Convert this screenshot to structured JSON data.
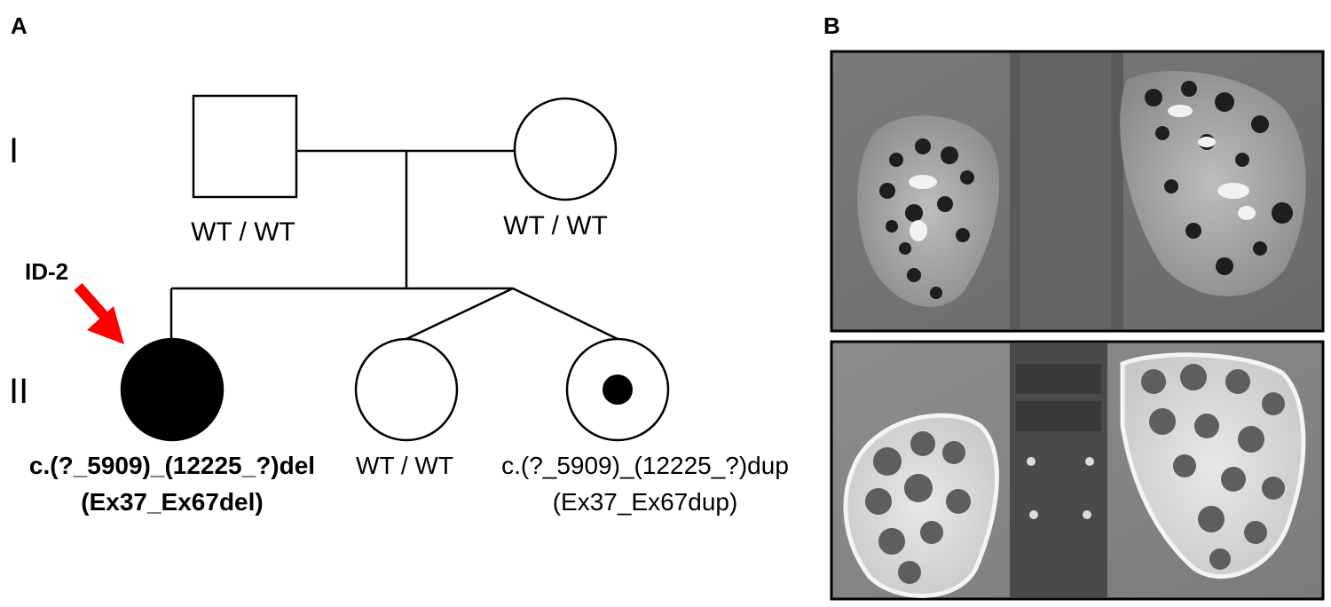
{
  "panels": {
    "a": {
      "label": "A"
    },
    "b": {
      "label": "B"
    }
  },
  "pedigree": {
    "generations": [
      {
        "label": "I"
      },
      {
        "label": "II"
      }
    ],
    "individuals": {
      "father": {
        "sex": "male",
        "affected": false,
        "genotype": "WT / WT"
      },
      "mother": {
        "sex": "female",
        "affected": false,
        "genotype": "WT / WT"
      },
      "proband": {
        "sex": "female",
        "affected": true,
        "id_label": "ID-2",
        "genotype_line1": "c.(?_5909)_(12225_?)del",
        "genotype_line2": "(Ex37_Ex67del)"
      },
      "sibling_middle": {
        "sex": "female",
        "affected": false,
        "genotype": "WT / WT"
      },
      "sibling_carrier": {
        "sex": "female",
        "affected": false,
        "carrier": true,
        "genotype_line1": "c.(?_5909)_(12225_?)dup",
        "genotype_line2": "(Ex37_Ex67dup)"
      }
    }
  },
  "colors": {
    "arrow": "#ff0000",
    "line": "#000000",
    "affected_fill": "#000000",
    "unaffected_fill": "#ffffff"
  },
  "images": [
    {
      "name": "mri-top",
      "content": "coronal MRI of polycystic kidneys"
    },
    {
      "name": "mri-bottom",
      "content": "coronal MRI of polycystic kidneys"
    }
  ]
}
